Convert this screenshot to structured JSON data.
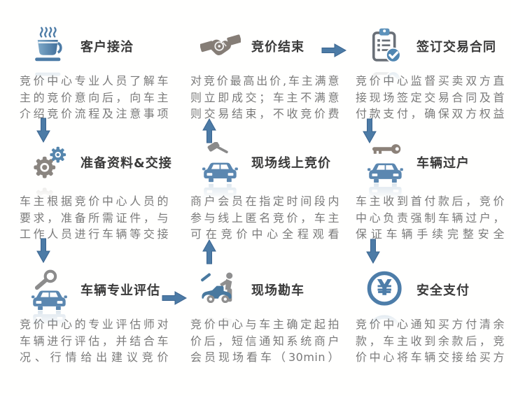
{
  "diagram": {
    "name": "vehicle-bidding-process-flow",
    "colors": {
      "accent_blue": "#4d7ca7",
      "icon_blue": "#5586ad",
      "icon_gray": "#8b8178",
      "arrow_fill": "#4c7ba6",
      "arrow_edge": "#3a648f",
      "title_text": "#3a3a3a",
      "body_text": "#7a7a7a",
      "background": "#ffffff"
    }
  },
  "steps": [
    {
      "id": "customer-contact",
      "icon": "coffee-cup-icon",
      "title": "客户接洽",
      "desc": "竞价中心专业人员了解车\n主的竞价意向后，向车主\n介绍竞价流程及注意事项"
    },
    {
      "id": "bidding-finished",
      "icon": "handshake-icon",
      "title": "竞价结束",
      "desc": "对竞价最高出价,车主满意\n则立即成交；车主不满意\n则交易结束，不收竞价费"
    },
    {
      "id": "sign-contract",
      "icon": "clipboard-check-icon",
      "title": "签订交易合同",
      "desc": "竞价中心监督买卖双方直\n接现场签定交易合同及首\n付款支付，确保双方权益"
    },
    {
      "id": "prepare-materials",
      "icon": "gears-icon",
      "title": "准备资料&交接",
      "desc": "车主根据竞价中心人员的\n要求，准备所需证件，与\n工作人员进行车辆等交接"
    },
    {
      "id": "online-bidding",
      "icon": "car-gavel-icon",
      "title": "现场线上竞价",
      "desc": "商户会员在指定时间段内\n参与线上匿名竞价，车主\n可在竞价中心全程观看"
    },
    {
      "id": "vehicle-transfer",
      "icon": "car-key-icon",
      "title": "车辆过户",
      "desc": "车主收到首付款后，竞价\n中心负责强制车辆过户，\n保证车辆手续完整安全"
    },
    {
      "id": "vehicle-evaluation",
      "icon": "car-magnifier-icon",
      "title": "车辆专业评估",
      "desc": "竞价中心的专业评估师对\n车辆进行评估，并结合车\n况、行情给出建议竞价"
    },
    {
      "id": "onsite-inspection",
      "icon": "car-inspect-icon",
      "title": "现场勘车",
      "desc": "竞价中心与车主确定起拍\n价后，短信通知系统商户\n会员现场看车（30min）"
    },
    {
      "id": "secure-payment",
      "icon": "yen-coin-icon",
      "title": "安全支付",
      "desc": "竞价中心通知买方付清余\n款，车主收到余款后，竞\n价中心将车辆交接给买方"
    }
  ],
  "arrows": [
    {
      "from": "customer-contact",
      "to": "prepare-materials",
      "direction": "down"
    },
    {
      "from": "prepare-materials",
      "to": "vehicle-evaluation",
      "direction": "down"
    },
    {
      "from": "vehicle-evaluation",
      "to": "onsite-inspection",
      "direction": "right"
    },
    {
      "from": "onsite-inspection",
      "to": "online-bidding",
      "direction": "up"
    },
    {
      "from": "online-bidding",
      "to": "bidding-finished",
      "direction": "up"
    },
    {
      "from": "bidding-finished",
      "to": "sign-contract",
      "direction": "right"
    },
    {
      "from": "sign-contract",
      "to": "vehicle-transfer",
      "direction": "down"
    },
    {
      "from": "vehicle-transfer",
      "to": "secure-payment",
      "direction": "down"
    }
  ]
}
